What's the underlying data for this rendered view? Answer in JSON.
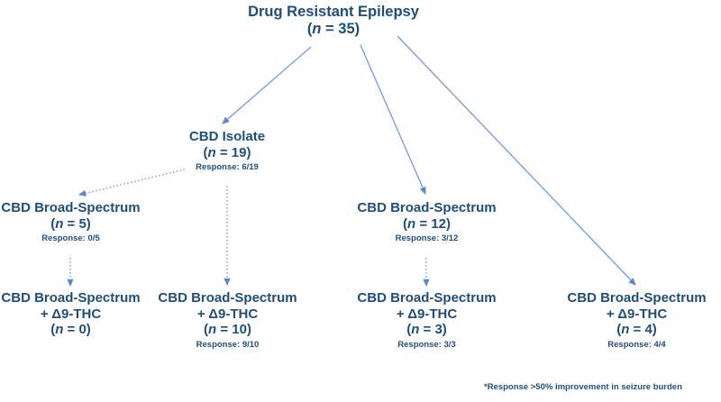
{
  "diagram": {
    "type": "flowchart",
    "title": "Drug Resistant Epilepsy treatment flow",
    "accent_text_color": "#1F4E79",
    "arrow_color": "#7B9FD4",
    "nodes": [
      {
        "id": "root",
        "label": "Drug Resistant Epilepsy",
        "n_text": "(n = 35)",
        "n_value": 35,
        "response": "",
        "level": 0
      },
      {
        "id": "cbd-isolate",
        "label": "CBD Isolate",
        "n_text": "(n = 19)",
        "n_value": 19,
        "response": "Response: 6/19",
        "level": 1
      },
      {
        "id": "broad-5",
        "label": "CBD Broad-Spectrum",
        "n_text": "(n = 5)",
        "n_value": 5,
        "response": "Response: 0/5",
        "level": 2
      },
      {
        "id": "broad-12",
        "label": "CBD Broad-Spectrum",
        "n_text": "(n = 12)",
        "n_value": 12,
        "response": "Response: 3/12",
        "level": 2
      },
      {
        "id": "thc-0",
        "label": "CBD Broad-Spectrum",
        "label2": "+ Δ9-THC",
        "n_text": "(n = 0)",
        "n_value": 0,
        "response": "",
        "level": 3
      },
      {
        "id": "thc-10",
        "label": "CBD Broad-Spectrum",
        "label2": "+ Δ9-THC",
        "n_text": "(n = 10)",
        "n_value": 10,
        "response": "Response: 9/10",
        "level": 3
      },
      {
        "id": "thc-3",
        "label": "CBD Broad-Spectrum",
        "label2": "+ Δ9-THC",
        "n_text": "(n = 3)",
        "n_value": 3,
        "response": "Response: 3/3",
        "level": 3
      },
      {
        "id": "thc-4",
        "label": "CBD Broad-Spectrum",
        "label2": "+ Δ9-THC",
        "n_text": "(n = 4)",
        "n_value": 4,
        "response": "Response: 4/4",
        "level": 3
      }
    ],
    "edges": [
      {
        "from": "root",
        "to": "cbd-isolate",
        "style": "solid"
      },
      {
        "from": "root",
        "to": "broad-12",
        "style": "solid"
      },
      {
        "from": "root",
        "to": "thc-4",
        "style": "solid"
      },
      {
        "from": "cbd-isolate",
        "to": "broad-5",
        "style": "dotted"
      },
      {
        "from": "cbd-isolate",
        "to": "thc-10",
        "style": "dotted"
      },
      {
        "from": "broad-5",
        "to": "thc-0",
        "style": "dotted"
      },
      {
        "from": "broad-12",
        "to": "thc-3",
        "style": "dotted"
      }
    ],
    "footnote": "*Response >50% improvement in seizure burden"
  }
}
